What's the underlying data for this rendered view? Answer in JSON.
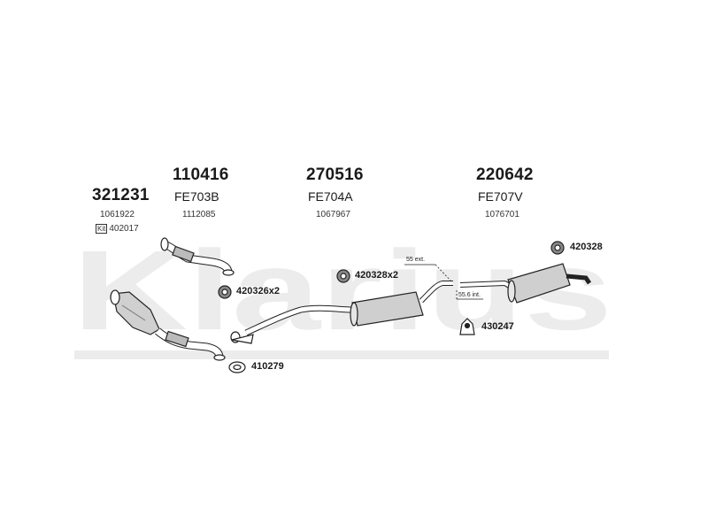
{
  "watermark": {
    "text": "Klarius"
  },
  "groups": [
    {
      "part": "321231",
      "oe": "",
      "ref": "1061922",
      "kit_label": "Kit",
      "kit_ref": "402017"
    },
    {
      "part": "110416",
      "oe": "FE703B",
      "ref": "1112085"
    },
    {
      "part": "270516",
      "oe": "FE704A",
      "ref": "1067967"
    },
    {
      "part": "220642",
      "oe": "FE707V",
      "ref": "1076701"
    }
  ],
  "parts": {
    "clamp_420326": "420326x2",
    "mount_420328_mid": "420328x2",
    "mount_420328_right": "420328",
    "bracket_430247": "430247",
    "gasket_410279": "410279"
  },
  "annotations": {
    "ext": "55 ext.",
    "int": "55.6 int."
  }
}
